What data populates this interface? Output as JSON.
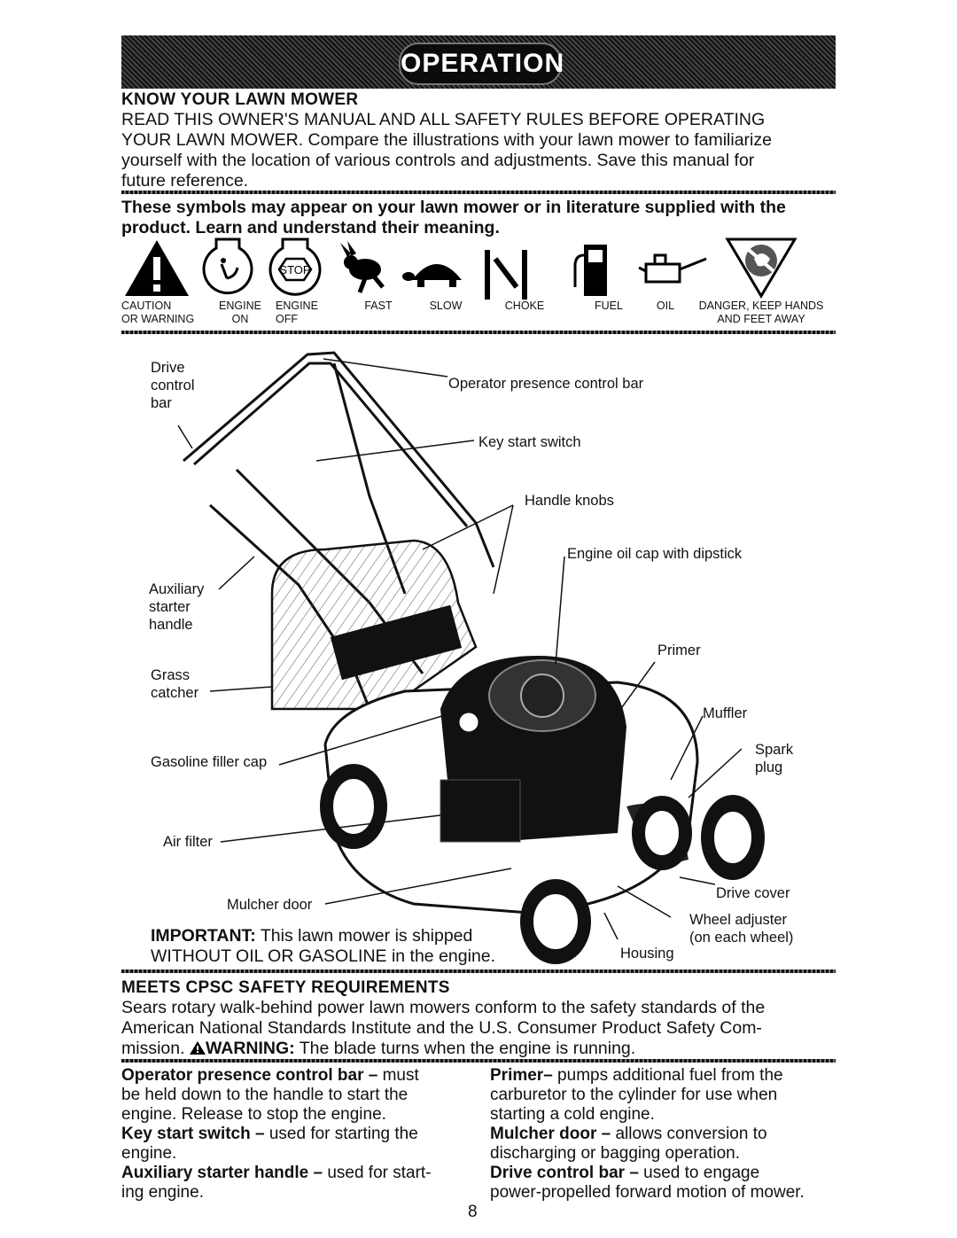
{
  "banner": {
    "title": "OPERATION"
  },
  "know": {
    "heading": "KNOW YOUR LAWN MOWER",
    "lines": [
      "READ THIS OWNER'S MANUAL AND ALL SAFETY RULES BEFORE OPERATING",
      "YOUR LAWN MOWER.  Compare the illustrations with your lawn mower to familiarize",
      "yourself with the location of various controls and adjustments.  Save this manual for",
      "future reference."
    ]
  },
  "symbols": {
    "intro_lines": [
      "These symbols may appear on your lawn mower or in literature supplied with the",
      "product.  Learn and understand their meaning."
    ],
    "stop_text": "STOP",
    "items": [
      {
        "line1": "CAUTION",
        "line2": "OR WARNING",
        "icon": "warning-triangle-icon"
      },
      {
        "line1": "ENGINE",
        "line2": "ON",
        "icon": "engine-on-icon"
      },
      {
        "line1": "ENGINE",
        "line2": "OFF",
        "icon": "engine-off-icon"
      },
      {
        "line1": "FAST",
        "line2": "",
        "icon": "rabbit-icon"
      },
      {
        "line1": "SLOW",
        "line2": "",
        "icon": "turtle-icon"
      },
      {
        "line1": "CHOKE",
        "line2": "",
        "icon": "choke-icon"
      },
      {
        "line1": "FUEL",
        "line2": "",
        "icon": "fuel-pump-icon"
      },
      {
        "line1": "OIL",
        "line2": "",
        "icon": "oil-can-icon"
      },
      {
        "line1": "DANGER, KEEP HANDS",
        "line2": "AND FEET AWAY",
        "icon": "keep-hands-away-icon"
      }
    ]
  },
  "diagram": {
    "callouts": {
      "drive_control_bar": [
        "Drive",
        "control",
        "bar"
      ],
      "operator_presence": "Operator presence control bar",
      "key_start": "Key start switch",
      "handle_knobs": "Handle knobs",
      "engine_oil_cap": "Engine oil cap with dipstick",
      "aux_starter": [
        "Auxiliary",
        "starter",
        "handle"
      ],
      "primer": "Primer",
      "grass_catcher": [
        "Grass",
        "catcher"
      ],
      "muffler": "Muffler",
      "spark_plug": [
        "Spark",
        "plug"
      ],
      "gasoline_cap": "Gasoline filler cap",
      "air_filter": "Air filter",
      "drive_cover": "Drive cover",
      "mulcher_door": "Mulcher door",
      "wheel_adjuster": [
        "Wheel adjuster",
        "(on each wheel)"
      ],
      "housing": "Housing"
    },
    "important_label": "IMPORTANT:",
    "important_text": " This lawn mower is shipped",
    "important_line2": "WITHOUT OIL OR GASOLINE in the engine."
  },
  "cpsc": {
    "heading": "MEETS CPSC SAFETY REQUIREMENTS",
    "lines": [
      "Sears rotary walk-behind power lawn mowers conform to the safety standards of the",
      "American National Standards Institute and the U.S. Consumer Product Safety Com-"
    ],
    "line3_pre": "mission.  ",
    "warning_word": "WARNING:",
    "line3_post": " The blade turns when the engine is running."
  },
  "definitions": {
    "left": [
      {
        "term": "Operator presence control bar –",
        "text": " must",
        "rest": [
          "be held down to the handle to start the",
          "engine.  Release to stop the engine."
        ]
      },
      {
        "term": "Key start switch –",
        "text": " used for starting the",
        "rest": [
          "engine."
        ]
      },
      {
        "term": "Auxiliary starter handle –",
        "text": " used for start-",
        "rest": [
          "ing engine."
        ]
      }
    ],
    "right": [
      {
        "term": "Primer–",
        "text": " pumps additional fuel from the",
        "rest": [
          "carburetor to the cylinder for use when",
          "starting a cold engine."
        ]
      },
      {
        "term": "Mulcher door –",
        "text": " allows conversion to",
        "rest": [
          "discharging or bagging operation."
        ]
      },
      {
        "term": "Drive control bar –",
        "text": " used to engage",
        "rest": [
          "power-propelled forward motion of mower."
        ]
      }
    ]
  },
  "page_number": "8"
}
